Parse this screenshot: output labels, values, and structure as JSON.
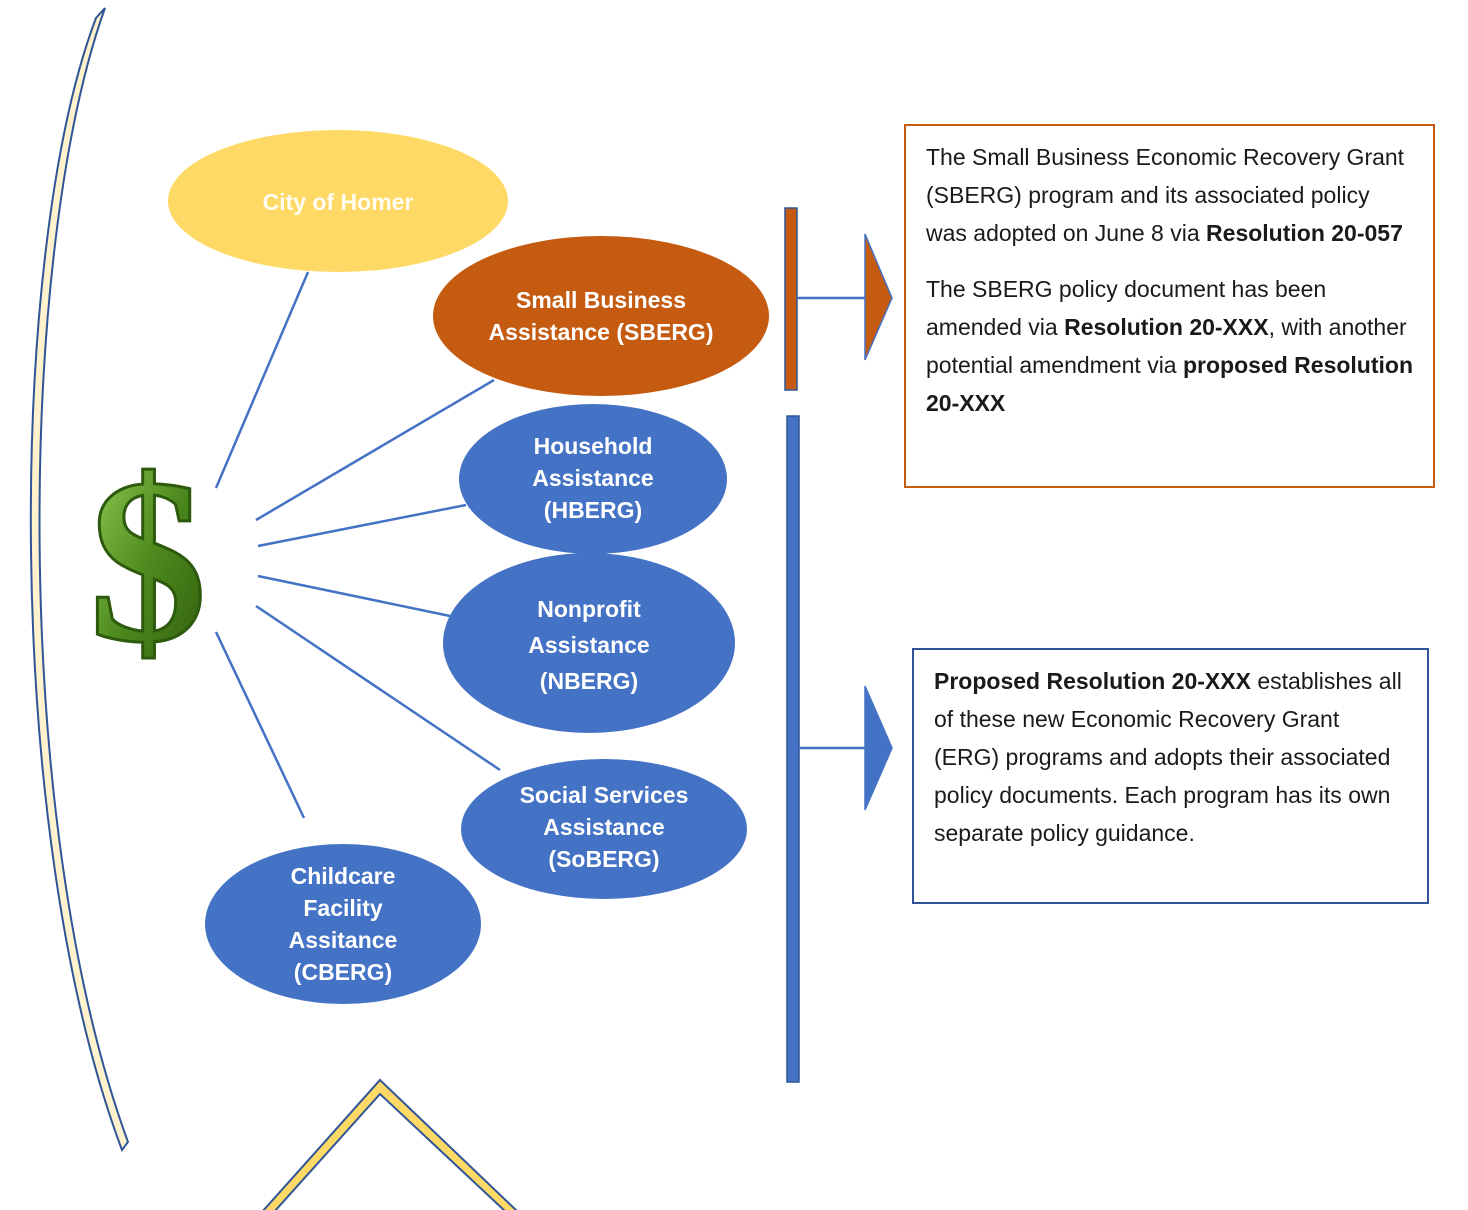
{
  "diagram": {
    "root": {
      "label": "City of Homer"
    },
    "programs": [
      {
        "id": "sberg",
        "label": "Small Business\nAssistance (SBERG)",
        "fill": "#c55a11"
      },
      {
        "id": "hberg",
        "label": "Household\nAssistance\n(HBERG)",
        "fill": "#4472c4"
      },
      {
        "id": "nberg",
        "label": "Nonprofit\nAssistance\n(NBERG)",
        "fill": "#4472c4"
      },
      {
        "id": "soberg",
        "label": "Social Services\nAssistance\n(SoBERG)",
        "fill": "#4472c4"
      },
      {
        "id": "cberg",
        "label": "Childcare\nFacility\nAssitance\n(CBERG)",
        "fill": "#4472c4"
      }
    ],
    "center_icon": "dollar-sign-icon"
  },
  "notes": {
    "sberg": {
      "p1_text": "The Small Business Economic Recovery Grant (SBERG) program and its associated policy was adopted on June 8 via ",
      "p1_bold": "Resolution 20-057",
      "p2_text_a": "The SBERG policy document has been amended via ",
      "p2_bold_a": "Resolution 20-XXX",
      "p2_text_b": ", with another potential amendment via ",
      "p2_bold_b": "proposed Resolution 20-XXX"
    },
    "erg": {
      "bold": "Proposed Resolution 20-XXX",
      "text": " establishes all of these new Economic Recovery Grant (ERG) programs and adopts their associated policy documents. Each program has its own separate policy guidance."
    }
  },
  "colors": {
    "root_fill": "#ffd966",
    "sberg": "#c55a11",
    "blue": "#4472c4",
    "connector": "#4472c4",
    "bracket_fill": "#fff2cc",
    "bracket_stroke": "#2f5597",
    "dollar_green": "#4e8a1e"
  }
}
